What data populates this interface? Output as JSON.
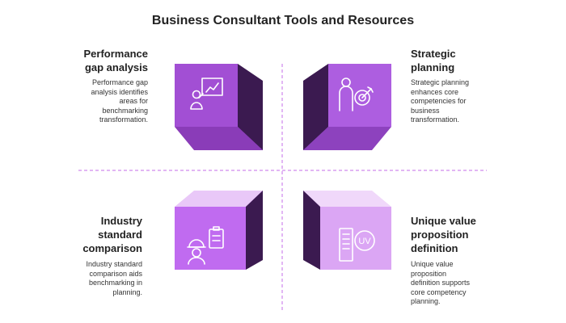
{
  "title": "Business Consultant Tools and Resources",
  "colors": {
    "q1": "#a251d6",
    "q2": "#ad5ee0",
    "q3": "#c06bf0",
    "q4": "#dba6f4",
    "divider": "#c46de8"
  },
  "quadrants": [
    {
      "title_lines": [
        "Performance",
        "gap analysis"
      ],
      "description_lines": [
        "Performance gap",
        "analysis identifies",
        "areas for",
        "benchmarking",
        "transformation."
      ],
      "icon": "presentation-chart-icon"
    },
    {
      "title_lines": [
        "Strategic",
        "planning"
      ],
      "description_lines": [
        "Strategic planning",
        "enhances core",
        "competencies for",
        "business",
        "transformation."
      ],
      "icon": "target-person-icon"
    },
    {
      "title_lines": [
        "Industry",
        "standard",
        "comparison"
      ],
      "description_lines": [
        "Industry standard",
        "comparison aids",
        "benchmarking in",
        "planning."
      ],
      "icon": "worker-clipboard-icon"
    },
    {
      "title_lines": [
        "Unique value",
        "proposition",
        "definition"
      ],
      "description_lines": [
        "Unique value",
        "proposition",
        "definition supports",
        "core competency",
        "planning."
      ],
      "icon": "uv-document-icon",
      "icon_text": "UV"
    }
  ]
}
